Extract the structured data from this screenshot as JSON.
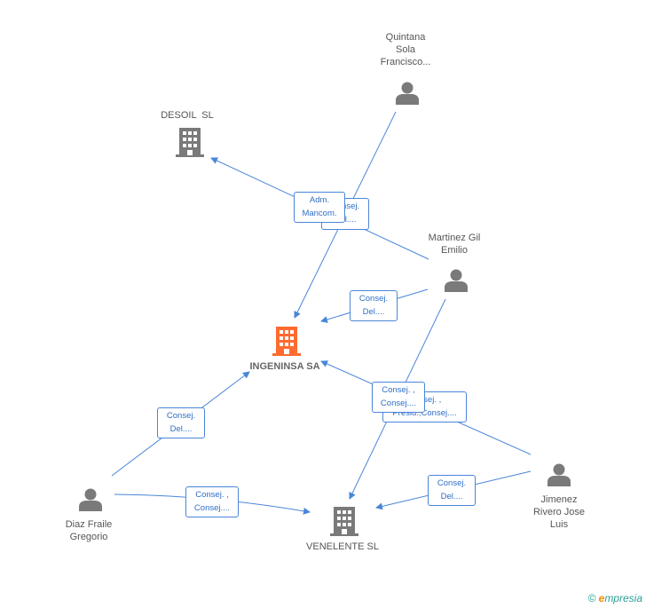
{
  "colors": {
    "edge": "#4a86d8",
    "node_gray": "#7a7a7a",
    "node_main": "#ff6a2f"
  },
  "nodes": {
    "quintana": {
      "line1": "Quintana",
      "line2": "Sola",
      "line3": "Francisco..."
    },
    "desoil": {
      "label": "DESOIL  SL"
    },
    "martinez": {
      "line1": "Martinez Gil",
      "line2": "Emilio"
    },
    "ingeninsa": {
      "label": "INGENINSA SA"
    },
    "diaz": {
      "line1": "Diaz Fraile",
      "line2": "Gregorio"
    },
    "venelente": {
      "label": "VENELENTE SL"
    },
    "jimenez": {
      "line1": "Jimenez",
      "line2": "Rivero Jose",
      "line3": "Luis"
    }
  },
  "edge_labels": {
    "quintana_consej": {
      "line1": "Consej.",
      "line2": "Del...."
    },
    "adm_mancom": {
      "line1": "Adm.",
      "line2": "Mancom."
    },
    "martinez_consej": {
      "line1": "Consej.",
      "line2": "Del...."
    },
    "presid_consej": {
      "line1": "Consej. ,",
      "line2": "Presid.,Consej...."
    },
    "consej_consej": {
      "line1": "Consej. ,",
      "line2": "Consej...."
    },
    "diaz_consej": {
      "line1": "Consej.",
      "line2": "Del...."
    },
    "diaz_venelente": {
      "line1": "Consej. ,",
      "line2": "Consej...."
    },
    "jimenez_consej": {
      "line1": "Consej.",
      "line2": "Del...."
    }
  },
  "brand": {
    "copyright": "©",
    "e": "e",
    "rest": "mpresia"
  }
}
